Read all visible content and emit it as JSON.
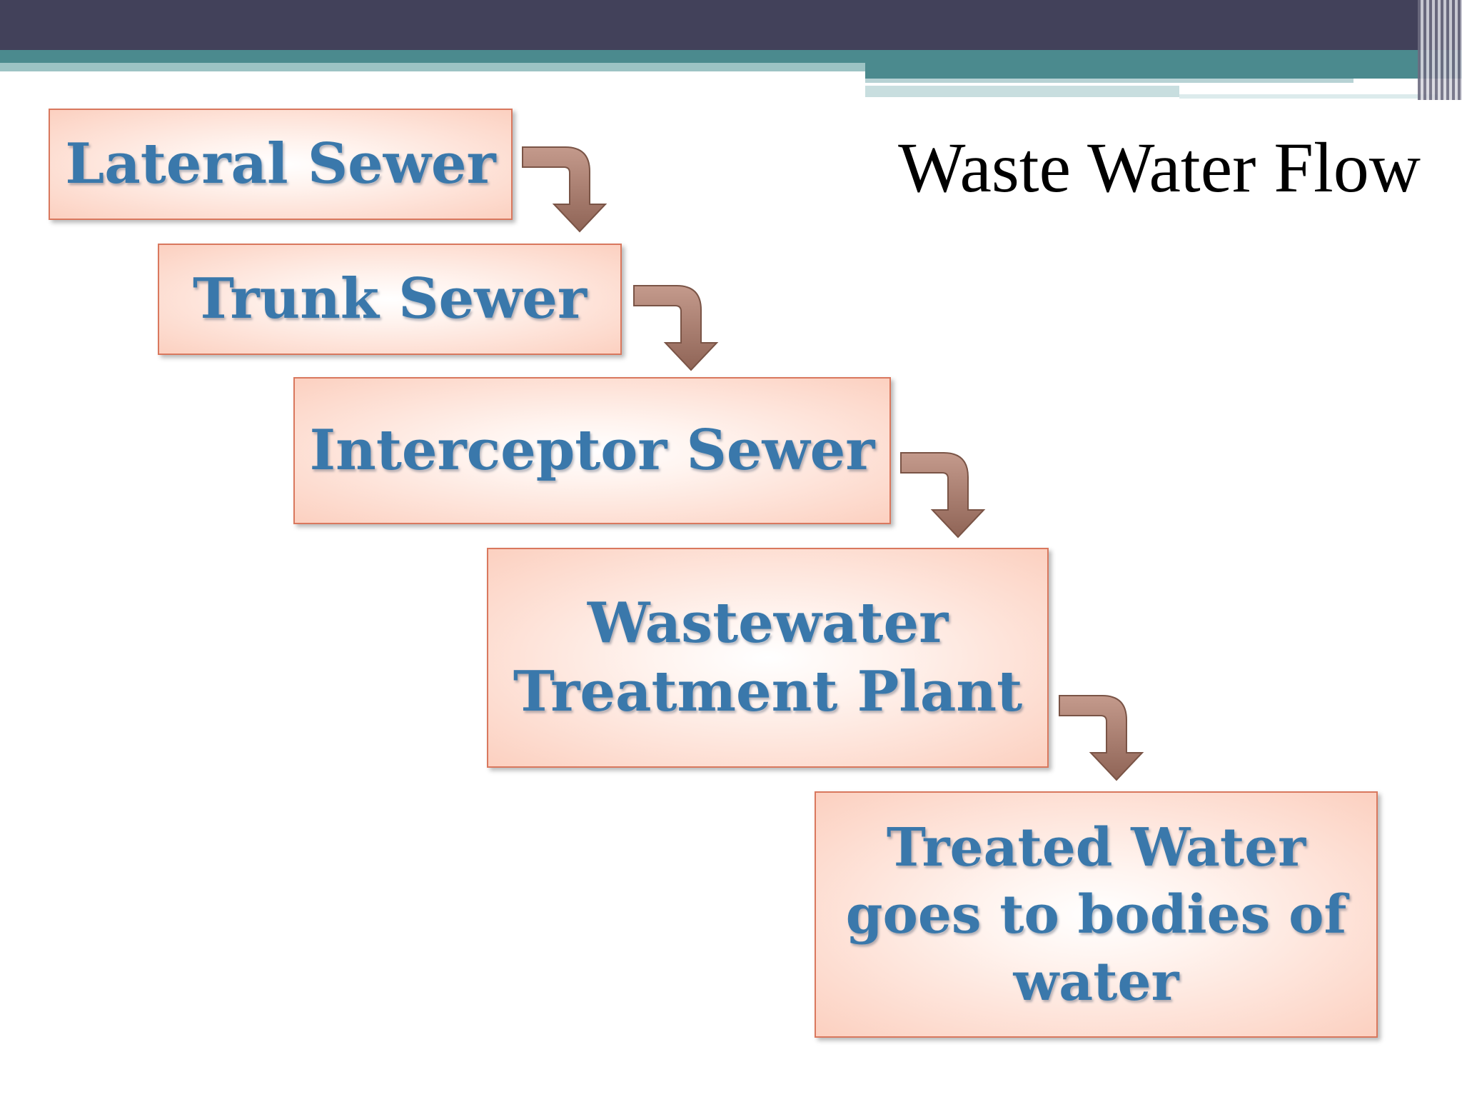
{
  "slide": {
    "title": "Waste Water Flow"
  },
  "flow": {
    "steps": [
      {
        "label": "Lateral Sewer"
      },
      {
        "label": "Trunk Sewer"
      },
      {
        "label": "Interceptor Sewer"
      },
      {
        "label": "Wastewater\nTreatment Plant"
      },
      {
        "label": "Treated Water\ngoes to bodies of\nwater"
      }
    ]
  },
  "colors": {
    "header_dark": "#42415a",
    "header_teal": "#4b8a8e",
    "box_border": "#d9785e",
    "box_fill_edge": "#fcd0c0",
    "label_text": "#3a78ab",
    "arrow_fill": "#a8786a"
  },
  "icons": {
    "connector": "bent-arrow-down-icon"
  }
}
